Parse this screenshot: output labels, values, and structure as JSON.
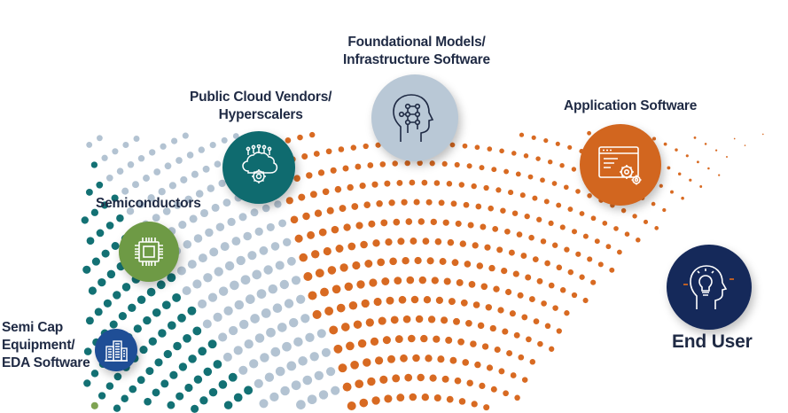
{
  "diagram": {
    "stages": [
      {
        "id": "semi-cap",
        "lines": [
          "Semi Cap",
          "Equipment/",
          "EDA Software"
        ],
        "icon": "buildings-icon",
        "color": "#1f4e96"
      },
      {
        "id": "semiconductors",
        "lines": [
          "Semiconductors"
        ],
        "icon": "chip-icon",
        "color": "#6e9a45"
      },
      {
        "id": "cloud",
        "lines": [
          "Public Cloud Vendors/",
          "Hyperscalers"
        ],
        "icon": "brain-circuit-icon",
        "color": "#0f6b6f"
      },
      {
        "id": "models",
        "lines": [
          "Foundational Models/",
          "Infrastructure Software"
        ],
        "icon": "head-network-icon",
        "color": "#b9c8d6"
      },
      {
        "id": "apps",
        "lines": [
          "Application Software"
        ],
        "icon": "browser-gears-icon",
        "color": "#d2661f"
      },
      {
        "id": "end-user",
        "lines": [
          "End User"
        ],
        "icon": "head-lightbulb-icon",
        "color": "#15295a"
      }
    ],
    "colors": {
      "navy": "#1f4e96",
      "green": "#7ea352",
      "teal": "#137174",
      "gray": "#b3c3d2",
      "orange": "#d86a22",
      "dark": "#15295a"
    }
  }
}
